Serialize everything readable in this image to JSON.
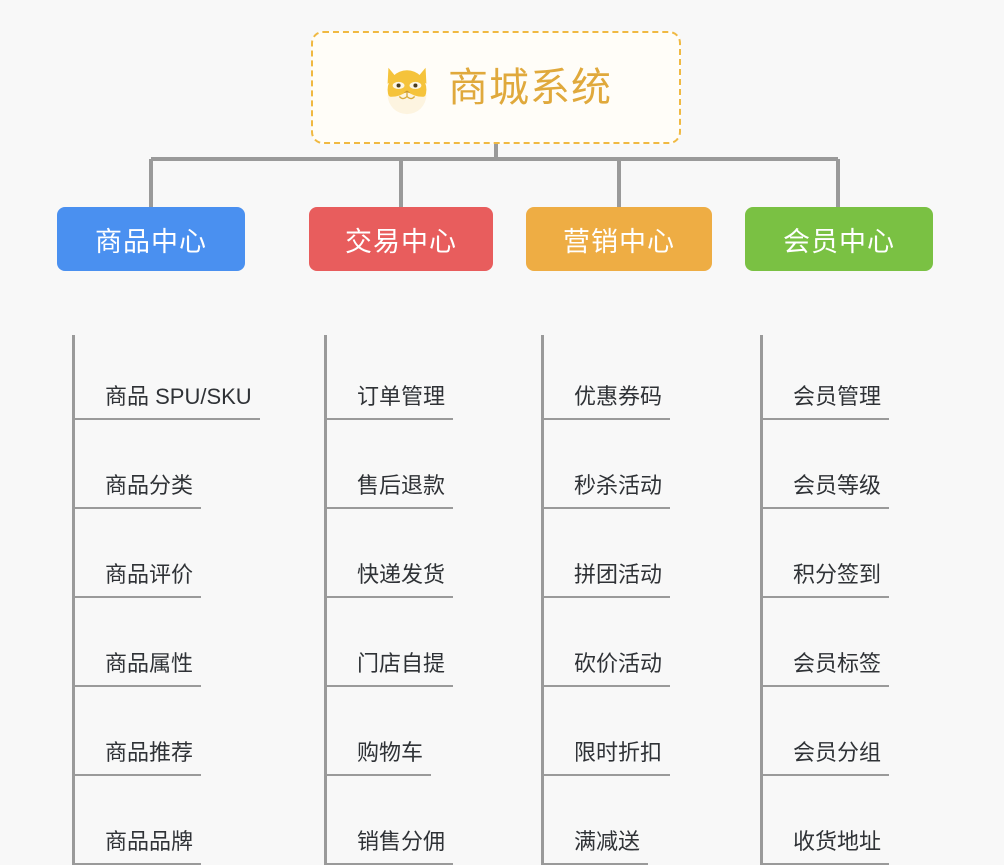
{
  "page": {
    "background_color": "#f8f8f8",
    "title": "商城系统",
    "type": "mindmap"
  },
  "root": {
    "label": "商城系统",
    "icon": "shiba-dog-face-icon",
    "text_color": "#e0a93c",
    "border_color": "#f0b942",
    "fill_color": "#fffdf8"
  },
  "connector": {
    "color": "#9a9a9a"
  },
  "branches": [
    {
      "id": "b1",
      "label": "商品中心",
      "color": "#4a90f0",
      "items": [
        {
          "label": "商品 SPU/SKU"
        },
        {
          "label": "商品分类"
        },
        {
          "label": "商品评价"
        },
        {
          "label": "商品属性"
        },
        {
          "label": "商品推荐"
        },
        {
          "label": "商品品牌"
        }
      ]
    },
    {
      "id": "b2",
      "label": "交易中心",
      "color": "#e85d5d",
      "items": [
        {
          "label": "订单管理"
        },
        {
          "label": "售后退款"
        },
        {
          "label": "快递发货"
        },
        {
          "label": "门店自提"
        },
        {
          "label": "购物车"
        },
        {
          "label": "销售分佣"
        }
      ]
    },
    {
      "id": "b3",
      "label": "营销中心",
      "color": "#eead44",
      "items": [
        {
          "label": "优惠券码"
        },
        {
          "label": "秒杀活动"
        },
        {
          "label": "拼团活动"
        },
        {
          "label": "砍价活动"
        },
        {
          "label": "限时折扣"
        },
        {
          "label": "满减送"
        }
      ]
    },
    {
      "id": "b4",
      "label": "会员中心",
      "color": "#7ac143",
      "items": [
        {
          "label": "会员管理"
        },
        {
          "label": "会员等级"
        },
        {
          "label": "积分签到"
        },
        {
          "label": "会员标签"
        },
        {
          "label": "会员分组"
        },
        {
          "label": "收货地址"
        }
      ]
    }
  ]
}
